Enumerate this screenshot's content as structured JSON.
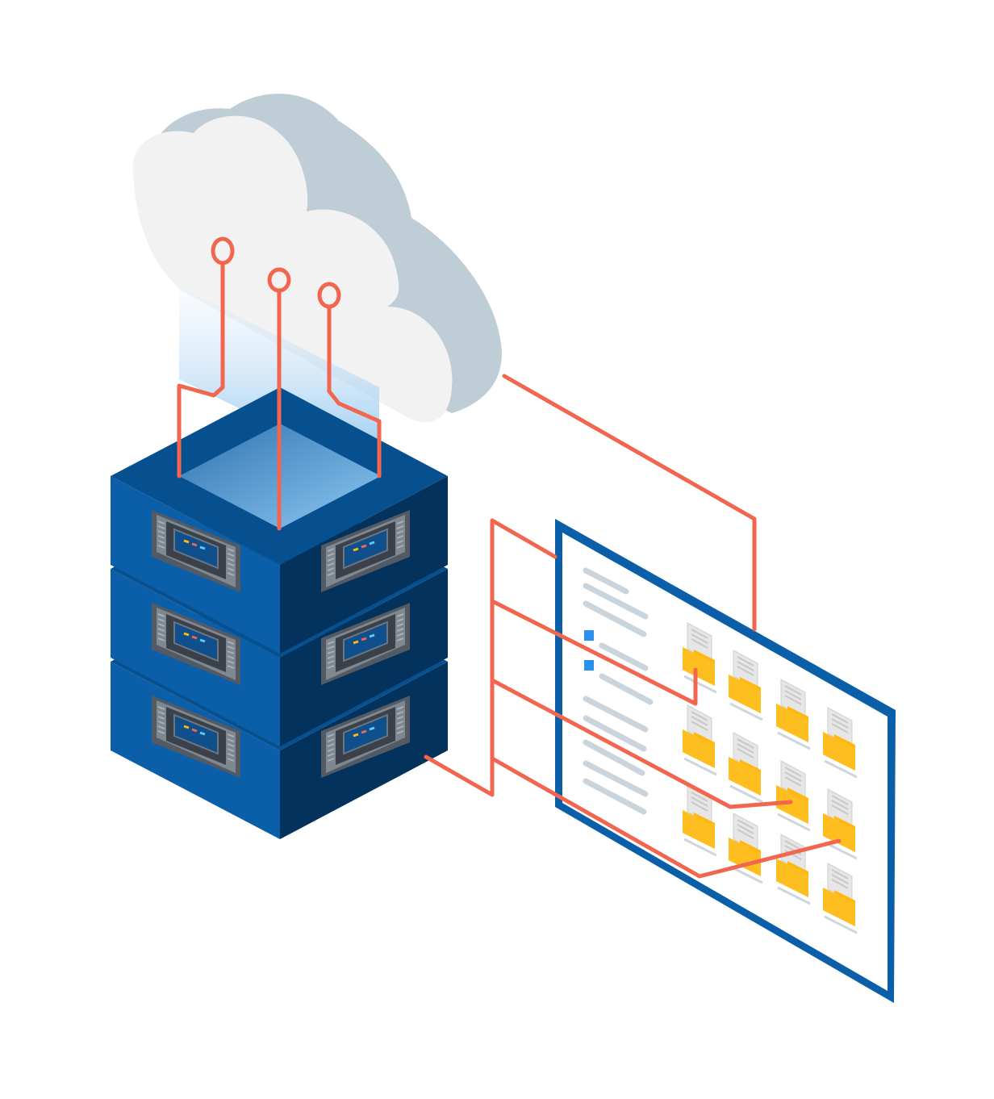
{
  "illustration": {
    "cloud_connectors": 3,
    "server_units": 3,
    "folder_grid": {
      "rows": 4,
      "columns": 4
    },
    "sidebar_checkbox_items": 2
  },
  "colors": {
    "server_front": "#0b5fa8",
    "server_top": "#07508f",
    "server_side": "#03335c",
    "cloud_light": "#f2f2f2",
    "cloud_shadow": "#bfcdd6",
    "connector": "#f26650",
    "folder": "#ffb812",
    "folder_shade": "#f0a400",
    "panel_border": "#0b5fa8",
    "sidebar_line": "#c9d4dc",
    "checkbox": "#2b8ff0"
  }
}
